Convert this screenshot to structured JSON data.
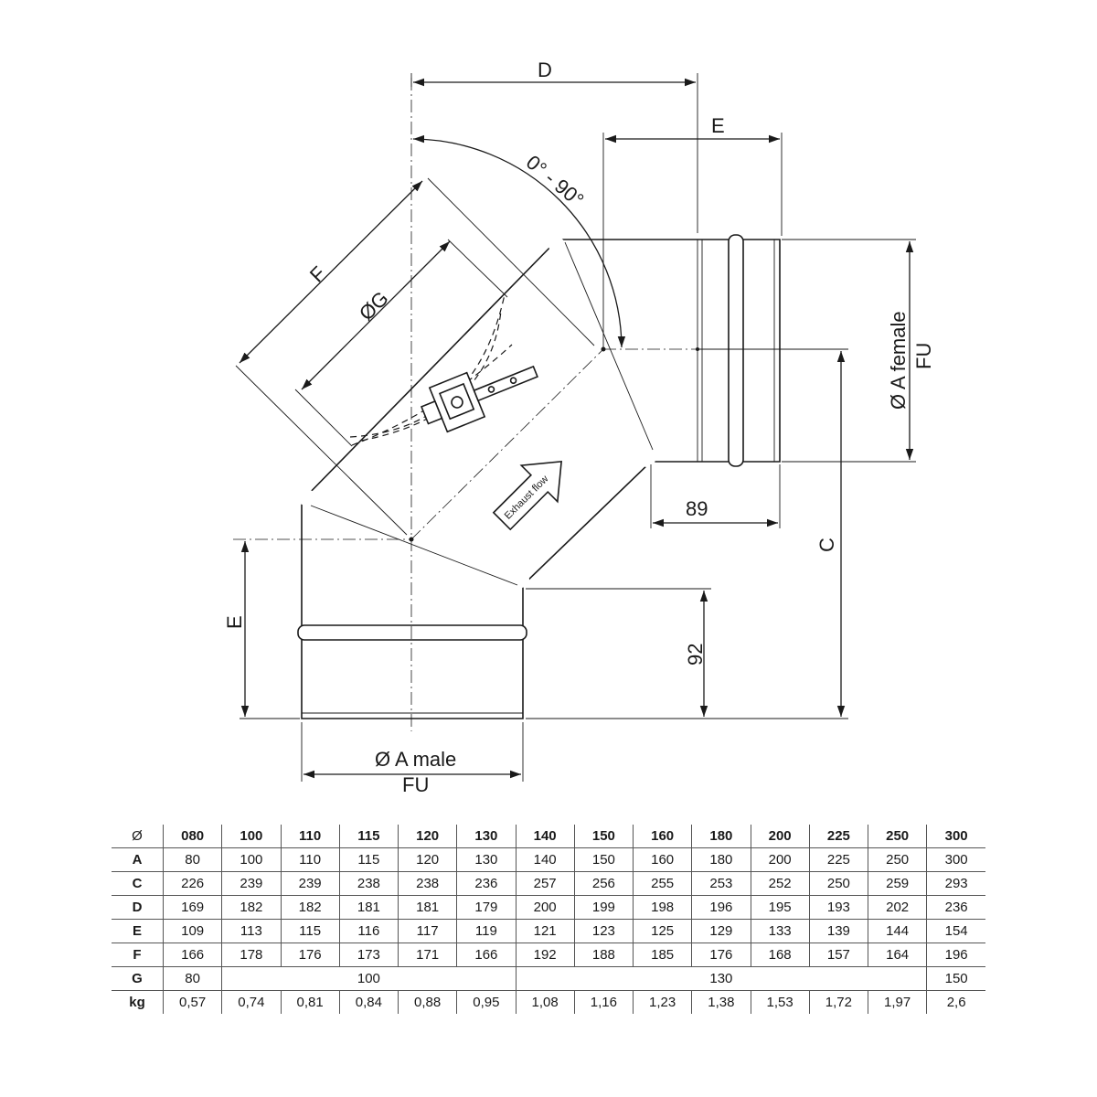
{
  "diagram": {
    "labels": {
      "D": "D",
      "E_top": "E",
      "E_left": "E",
      "angle": "0° - 90°",
      "F": "F",
      "G": "ØG",
      "A_female": "Ø A female",
      "FU_female": "FU",
      "A_male": "Ø A male",
      "FU_male": "FU",
      "C": "C",
      "dim_89": "89",
      "dim_92": "92",
      "exhaust_flow": "Exhaust flow"
    },
    "icons": [
      "damper-handle-icon",
      "arrow-icon"
    ]
  },
  "table": {
    "header": [
      "Ø",
      "080",
      "100",
      "110",
      "115",
      "120",
      "130",
      "140",
      "150",
      "160",
      "180",
      "200",
      "225",
      "250",
      "300"
    ],
    "rows": [
      {
        "label": "A",
        "values": [
          "80",
          "100",
          "110",
          "115",
          "120",
          "130",
          "140",
          "150",
          "160",
          "180",
          "200",
          "225",
          "250",
          "300"
        ]
      },
      {
        "label": "C",
        "values": [
          "226",
          "239",
          "239",
          "238",
          "238",
          "236",
          "257",
          "256",
          "255",
          "253",
          "252",
          "250",
          "259",
          "293"
        ]
      },
      {
        "label": "D",
        "values": [
          "169",
          "182",
          "182",
          "181",
          "181",
          "179",
          "200",
          "199",
          "198",
          "196",
          "195",
          "193",
          "202",
          "236"
        ]
      },
      {
        "label": "E",
        "values": [
          "109",
          "113",
          "115",
          "116",
          "117",
          "119",
          "121",
          "123",
          "125",
          "129",
          "133",
          "139",
          "144",
          "154"
        ]
      },
      {
        "label": "F",
        "values": [
          "166",
          "178",
          "176",
          "173",
          "171",
          "166",
          "192",
          "188",
          "185",
          "176",
          "168",
          "157",
          "164",
          "196"
        ]
      }
    ],
    "g_row": {
      "label": "G",
      "values": [
        "80",
        "100",
        "130",
        "150"
      ]
    },
    "kg_row": {
      "label": "kg",
      "values": [
        "0,57",
        "0,74",
        "0,81",
        "0,84",
        "0,88",
        "0,95",
        "1,08",
        "1,16",
        "1,23",
        "1,38",
        "1,53",
        "1,72",
        "1,97",
        "2,6"
      ]
    }
  }
}
